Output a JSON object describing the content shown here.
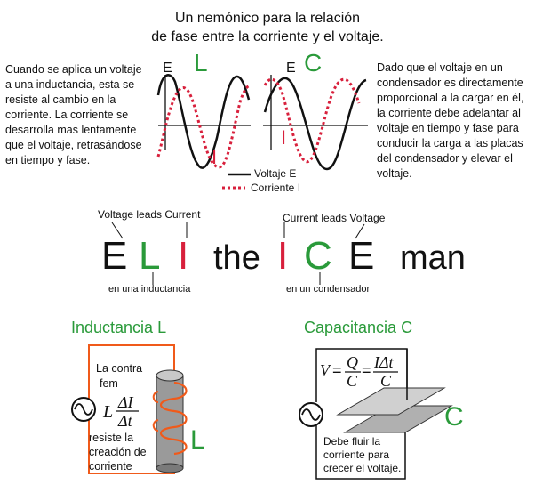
{
  "title": {
    "line1": "Un nemónico para la relación",
    "line2": "de fase entre la corriente y el voltaje."
  },
  "left_text": {
    "lines": [
      "Cuando se aplica un voltaje",
      "a una inductancia, esta se",
      "resiste al cambio en la",
      "corriente.  La corriente se",
      "desarrolla mas lentamente",
      "que el voltaje, retrasándose",
      "en tiempo y fase."
    ]
  },
  "right_text": {
    "lines": [
      "Dado que el voltaje en un",
      "condensador es directamente",
      "proporcional a la cargar en él,",
      "la corriente debe adelantar al",
      "voltaje en tiempo y fase para",
      "conducir la carga a las placas",
      "del condensador y elevar el",
      "voltaje."
    ]
  },
  "waves": {
    "label_E": "E",
    "label_I": "I",
    "inductor_letter": "L",
    "capacitor_letter": "C",
    "legend_voltage": "Voltaje E",
    "legend_current": "Corriente  I"
  },
  "mnemonic": {
    "E1": "E",
    "L": "L",
    "I1": "I",
    "the": "the",
    "I2": "I",
    "C": "C",
    "E2": "E",
    "man": "man",
    "note_top_left": "Voltage leads Current",
    "note_top_right": "Current leads Voltage",
    "note_bottom_left": "en una inductancia",
    "note_bottom_right": "en un condensador"
  },
  "inductance": {
    "heading": "Inductancia L",
    "text_top_1": "La contra",
    "text_top_2": "fem",
    "formula_L": "L",
    "formula_num": "ΔI",
    "formula_den": "Δt",
    "text_bottom_1": "resiste la",
    "text_bottom_2": "creación de",
    "text_bottom_3": "corriente",
    "letter": "L"
  },
  "capacitance": {
    "heading": "Capacitancia C",
    "f_V": "V",
    "f_eq1": "=",
    "f_Q": "Q",
    "f_C1": "C",
    "f_eq2": "=",
    "f_IDt": "IΔt",
    "f_C2": "C",
    "text_1": "Debe fluir la",
    "text_2": "corriente para",
    "text_3": "crecer el voltaje.",
    "letter": "C"
  },
  "colors": {
    "green": "#2a9a3a",
    "red": "#d8203c",
    "orange": "#f05a1a"
  }
}
